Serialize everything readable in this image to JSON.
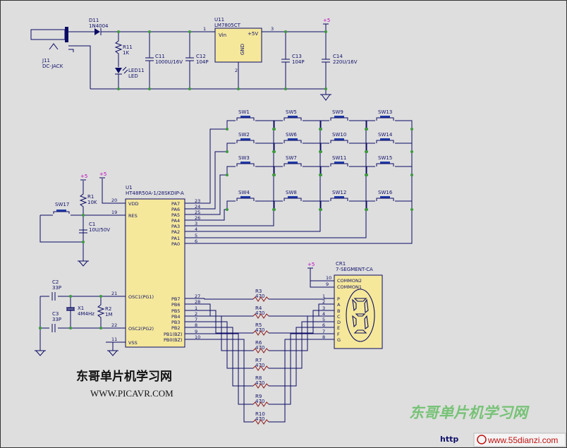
{
  "power": {
    "supply_label": "+5"
  },
  "input": {
    "ref": "J11",
    "value": "DC-JACK"
  },
  "diode": {
    "ref": "D11",
    "value": "1N4004"
  },
  "resistor_led": {
    "ref": "R11",
    "value": "1K"
  },
  "led": {
    "ref": "LED11",
    "value": "LED"
  },
  "caps_power": [
    {
      "ref": "C11",
      "value": "1000U/16V"
    },
    {
      "ref": "C12",
      "value": "104P"
    },
    {
      "ref": "C13",
      "value": "104P"
    },
    {
      "ref": "C14",
      "value": "220U/16V"
    }
  ],
  "regulator": {
    "ref": "U11",
    "part": "LM7805CT",
    "vin": "Vin",
    "vout": "+5V",
    "gnd": "GND",
    "pin_in": "1",
    "pin_gnd": "2",
    "pin_out": "3"
  },
  "switches": [
    "SW1",
    "SW2",
    "SW3",
    "SW4",
    "SW5",
    "SW6",
    "SW7",
    "SW8",
    "SW9",
    "SW10",
    "SW11",
    "SW12",
    "SW13",
    "SW14",
    "SW15",
    "SW16"
  ],
  "mcu": {
    "ref": "U1",
    "part": "HT48R50A-1/28SKDIP-A",
    "left_pins": [
      {
        "name": "VDD",
        "num": "20"
      },
      {
        "name": "RES",
        "num": "19"
      },
      {
        "name": "OSC1(PG1)",
        "num": "21"
      },
      {
        "name": "OSC2(PG2)",
        "num": "22"
      },
      {
        "name": "VSS",
        "num": "11"
      }
    ],
    "right_pins_a": [
      {
        "name": "PA7",
        "num": "23"
      },
      {
        "name": "PA6",
        "num": "24"
      },
      {
        "name": "PA5",
        "num": "25"
      },
      {
        "name": "PA4",
        "num": "26"
      },
      {
        "name": "PA3",
        "num": "3"
      },
      {
        "name": "PA2",
        "num": "4"
      },
      {
        "name": "PA1",
        "num": "5"
      },
      {
        "name": "PA0",
        "num": "6"
      }
    ],
    "right_pins_b": [
      {
        "name": "PB7",
        "num": "27"
      },
      {
        "name": "PB6",
        "num": "28"
      },
      {
        "name": "PB5",
        "num": "1"
      },
      {
        "name": "PB4",
        "num": "2"
      },
      {
        "name": "PB3",
        "num": "7"
      },
      {
        "name": "PB2",
        "num": "8"
      },
      {
        "name": "PB1(BZ)",
        "num": "9"
      },
      {
        "name": "PB0(BZ)",
        "num": "10"
      }
    ]
  },
  "reset": {
    "switch": "SW17",
    "resistor": {
      "ref": "R1",
      "value": "10K"
    },
    "cap": {
      "ref": "C1",
      "value": "10U/50V"
    }
  },
  "oscillator": {
    "c2": {
      "ref": "C2",
      "value": "33P"
    },
    "c3": {
      "ref": "C3",
      "value": "33P"
    },
    "crystal": {
      "ref": "X1",
      "value": "4M4Hz"
    },
    "r2": {
      "ref": "R2",
      "value": "1M"
    }
  },
  "seg_resistors": [
    {
      "ref": "R3",
      "value": "470"
    },
    {
      "ref": "R4",
      "value": "470"
    },
    {
      "ref": "R5",
      "value": "470"
    },
    {
      "ref": "R6",
      "value": "470"
    },
    {
      "ref": "R7",
      "value": "470"
    },
    {
      "ref": "R8",
      "value": "470"
    },
    {
      "ref": "R9",
      "value": "470"
    },
    {
      "ref": "R10",
      "value": "470"
    }
  ],
  "display": {
    "ref": "CR1",
    "part": "7-SEGMENT-CA",
    "common_pins": [
      {
        "name": "COMMON2",
        "num": "10"
      },
      {
        "name": "COMMON1",
        "num": "9"
      }
    ],
    "seg_pins": [
      {
        "name": "P",
        "num": "1"
      },
      {
        "name": "A",
        "num": "2"
      },
      {
        "name": "B",
        "num": "3"
      },
      {
        "name": "C",
        "num": "4"
      },
      {
        "name": "D",
        "num": "5"
      },
      {
        "name": "E",
        "num": "6"
      },
      {
        "name": "F",
        "num": "7"
      },
      {
        "name": "G",
        "num": "8"
      }
    ]
  },
  "branding": {
    "title_cn": "东哥单片机学习网",
    "url": "WWW.PICAVR.COM",
    "watermark_cn": "东哥单片机学习网",
    "corner_site": "www.55dianzi.com",
    "corner_http": "http"
  }
}
